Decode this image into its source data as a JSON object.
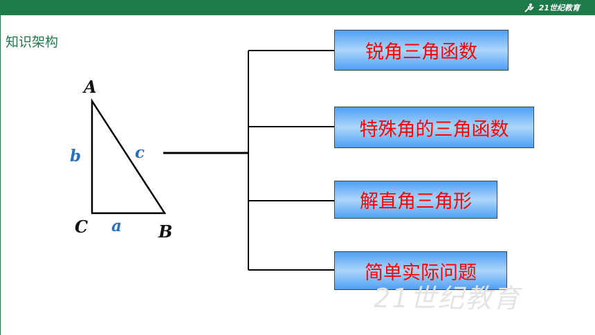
{
  "header": {
    "logo_text": "21世纪教育"
  },
  "page_title": "知识架构",
  "triangle": {
    "vertex_a": "A",
    "vertex_b": "B",
    "vertex_c": "C",
    "side_a": "a",
    "side_b": "b",
    "side_c": "c"
  },
  "topics": [
    "锐角三角函数",
    "特殊角的三角函数",
    "解直角三角形",
    "简单实际问题"
  ],
  "watermark": "21世纪教育",
  "colors": {
    "header_bar": "#1e7a4a",
    "topic_text": "#ff0000",
    "side_label": "#2a6fb8"
  }
}
